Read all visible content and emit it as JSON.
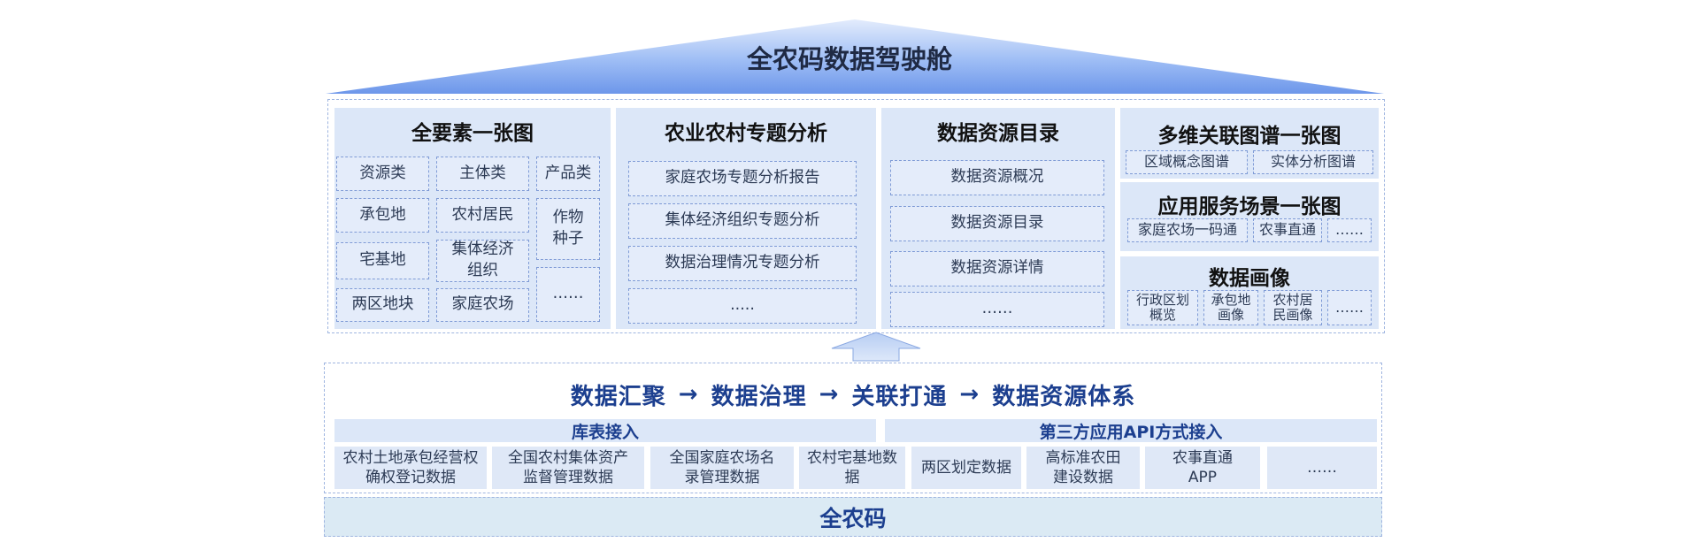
{
  "header": {
    "title": "全农码数据驾驶舱"
  },
  "panel_elements": {
    "title": "全要素一张图",
    "items": [
      "资源类",
      "主体类",
      "产品类",
      "承包地",
      "农村居民",
      "作物种子",
      "宅基地",
      "集体经济组织",
      "两区地块",
      "家庭农场",
      "……"
    ]
  },
  "panel_analysis": {
    "title": "农业农村专题分析",
    "items": [
      "家庭农场专题分析报告",
      "集体经济组织专题分析",
      "数据治理情况专题分析",
      "....."
    ]
  },
  "panel_catalog": {
    "title": "数据资源目录",
    "items": [
      "数据资源概况",
      "数据资源目录",
      "数据资源详情",
      "……"
    ]
  },
  "panel_graph": {
    "title": "多维关联图谱一张图",
    "items": [
      "区域概念图谱",
      "实体分析图谱"
    ]
  },
  "panel_scene": {
    "title": "应用服务场景一张图",
    "items": [
      "家庭农场一码通",
      "农事直通",
      "……"
    ]
  },
  "panel_portrait": {
    "title": "数据画像",
    "items": [
      "行政区划概览",
      "承包地画像",
      "农村居民画像",
      "……"
    ]
  },
  "flow": {
    "steps": [
      "数据汇聚",
      "数据治理",
      "关联打通",
      "数据资源体系"
    ],
    "arrow": "→"
  },
  "sources": {
    "db_label": "库表接入",
    "api_label": "第三方应用API方式接入",
    "items": [
      "农村土地承包经营权确权登记数据",
      "全国农村集体资产监督管理数据",
      "全国家庭农场名录管理数据",
      "农村宅基地数据",
      "两区划定数据",
      "高标准农田建设数据",
      "农事直通APP",
      "……"
    ]
  },
  "base": {
    "label": "全农码"
  },
  "colors": {
    "accent": "#1c3f8f",
    "panel": "#dce7f8",
    "roof_top": "#7fa6f0",
    "base": "#dbeaf4"
  }
}
